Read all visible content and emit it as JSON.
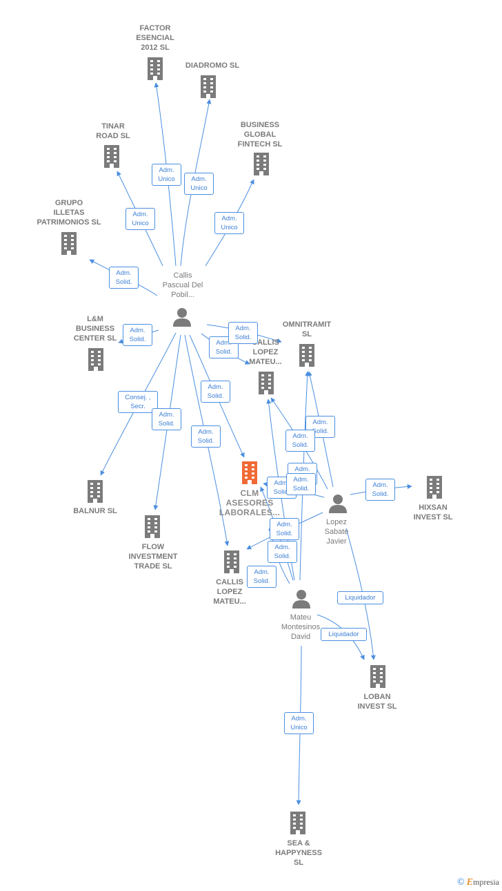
{
  "companies": {
    "factor": {
      "label": "FACTOR\nESENCIAL\n2012 SL"
    },
    "diadromo": {
      "label": "DIADROMO  SL"
    },
    "tinar": {
      "label": "TINAR\nROAD  SL"
    },
    "business": {
      "label": "BUSINESS\nGLOBAL\nFINTECH  SL"
    },
    "grupo": {
      "label": "GRUPO\nILLETAS\nPATRIMONIOS SL"
    },
    "lm": {
      "label": "L&M\nBUSINESS\nCENTER  SL"
    },
    "omnitramit": {
      "label": "OMNITRAMIT\nSL"
    },
    "callis1": {
      "label": "CALLIS\nLOPEZ\nMATEU..."
    },
    "clm": {
      "label": "CLM\nASESORES\nLABORALES..."
    },
    "balnur": {
      "label": "BALNUR SL"
    },
    "flow": {
      "label": "FLOW\nINVESTMENT\nTRADE  SL"
    },
    "callis2": {
      "label": "CALLIS\nLOPEZ\nMATEU..."
    },
    "hixsan": {
      "label": "HIXSAN\nINVEST  SL"
    },
    "loban": {
      "label": "LOBAN\nINVEST SL"
    },
    "sea": {
      "label": "SEA &\nHAPPYNESS\nSL"
    }
  },
  "persons": {
    "callis": {
      "label": "Callis\nPascual Del\nPobil..."
    },
    "lopez": {
      "label": "Lopez\nSabate\nJavier"
    },
    "mateu": {
      "label": "Mateu\nMontesinos\nDavid"
    }
  },
  "relations": {
    "r1": "Adm.\nUnico",
    "r2": "Adm.\nUnico",
    "r3": "Adm.\nUnico",
    "r4": "Adm.\nUnico",
    "r5": "Adm.\nSolid.",
    "r6": "Adm.\nSolid.",
    "r7": "Adm.\nSolid.",
    "r8": "Adm.\nSolid.",
    "r9": "Adm.\nSolid.",
    "r10": "Consej. ,\nSecr.",
    "r11": "Adm.\nSolid.",
    "r12": "Adm.\nSolid.",
    "r13": "Adm.\nSolid.",
    "r14": "Adm.\nSolid.",
    "r15": "Adm.\nSolid.",
    "r16": "Adm.\nSolid.",
    "r17": "Adm.\nSolid.",
    "r18": "Adm.\nSolid.",
    "r19": "Adm.\nSolid.",
    "r20": "Adm.\nSolid.",
    "r21": "Adm.\nSolid.",
    "r22": "Adm.\nSolid.",
    "r23": "Liquidador",
    "r24": "Liquidador",
    "r25": "Adm.\nUnico"
  },
  "colors": {
    "edge": "#4a8ee0",
    "company_icon": "#7b7b7b",
    "focus_icon": "#f06a35",
    "person_icon": "#7b7b7b"
  },
  "icons": {
    "company": "building-icon",
    "person": "person-icon"
  },
  "brand": {
    "copyright": "©",
    "initial": "E",
    "rest": "mpresia"
  }
}
